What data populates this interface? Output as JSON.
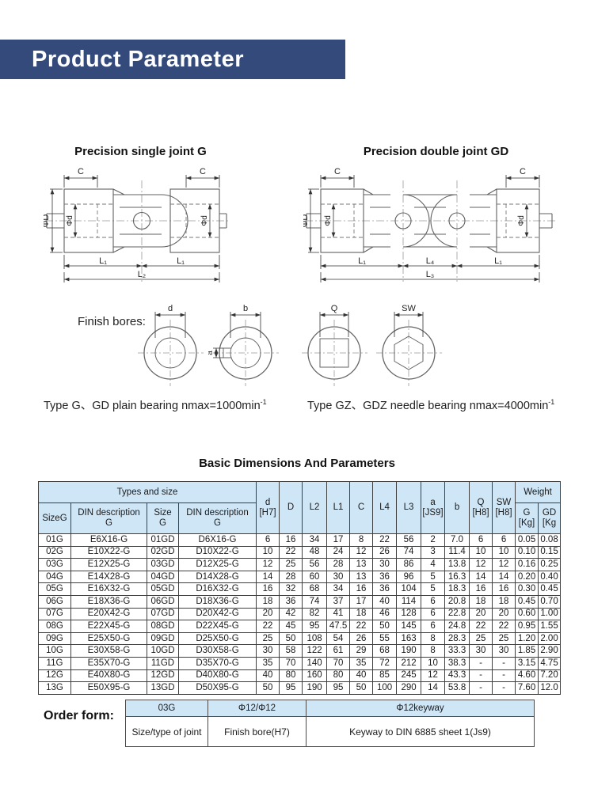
{
  "colors": {
    "header_bg": "#344a7b",
    "table_header_bg": "#cfe6f7",
    "border": "#3f3f3f"
  },
  "header": {
    "title": "Product Parameter"
  },
  "drawings": {
    "single": {
      "title": "Precision single joint G",
      "dim_c": "C",
      "dim_phi_D": "ΦD",
      "dim_phi_d": "Φd",
      "dim_l1": "L₁",
      "dim_l2": "L₂"
    },
    "double": {
      "title": "Precision  double joint GD",
      "dim_c": "C",
      "dim_phi_D": "ΦD",
      "dim_phi_d": "Φd",
      "dim_l1": "L₁",
      "dim_l4": "L₄",
      "dim_l3": "L₃"
    }
  },
  "finish_bores": {
    "label": "Finish bores:",
    "dim_d": "d",
    "dim_b": "b",
    "dim_a": "a",
    "dim_q": "Q",
    "dim_sw": "SW"
  },
  "notes": {
    "left_text": "Type G、GD plain bearing nmax=1000min",
    "left_sup": "-1",
    "right_text": "Type GZ、GDZ needle bearing nmax=4000min",
    "right_sup": "-1"
  },
  "table": {
    "title": "Basic Dimensions And Parameters",
    "header": {
      "types_and_size": "Types and size",
      "size_g": "SizeG",
      "din_g": "DIN description\nG",
      "size_gd": "Size\nG",
      "din_gd": "DIN description\nG",
      "d": "d\n[H7]",
      "D": "D",
      "l2": "L2",
      "l1": "L1",
      "c": "C",
      "l4": "L4",
      "l3": "L3",
      "a": "a\n[JS9]",
      "b": "b",
      "q": "Q\n[H8]",
      "sw": "SW\n[H8]",
      "weight": "Weight",
      "g_kg": "G\n[Kg]",
      "gd_kg": "GD\n[Kg"
    },
    "rows": [
      [
        "01G",
        "E6X16-G",
        "01GD",
        "D6X16-G",
        "6",
        "16",
        "34",
        "17",
        "8",
        "22",
        "56",
        "2",
        "7.0",
        "6",
        "6",
        "0.05",
        "0.08"
      ],
      [
        "02G",
        "E10X22-G",
        "02GD",
        "D10X22-G",
        "10",
        "22",
        "48",
        "24",
        "12",
        "26",
        "74",
        "3",
        "11.4",
        "10",
        "10",
        "0.10",
        "0.15"
      ],
      [
        "03G",
        "E12X25-G",
        "03GD",
        "D12X25-G",
        "12",
        "25",
        "56",
        "28",
        "13",
        "30",
        "86",
        "4",
        "13.8",
        "12",
        "12",
        "0.16",
        "0.25"
      ],
      [
        "04G",
        "E14X28-G",
        "04GD",
        "D14X28-G",
        "14",
        "28",
        "60",
        "30",
        "13",
        "36",
        "96",
        "5",
        "16.3",
        "14",
        "14",
        "0.20",
        "0.40"
      ],
      [
        "05G",
        "E16X32-G",
        "05GD",
        "D16X32-G",
        "16",
        "32",
        "68",
        "34",
        "16",
        "36",
        "104",
        "5",
        "18.3",
        "16",
        "16",
        "0.30",
        "0.45"
      ],
      [
        "06G",
        "E18X36-G",
        "06GD",
        "D18X36-G",
        "18",
        "36",
        "74",
        "37",
        "17",
        "40",
        "114",
        "6",
        "20.8",
        "18",
        "18",
        "0.45",
        "0.70"
      ],
      [
        "07G",
        "E20X42-G",
        "07GD",
        "D20X42-G",
        "20",
        "42",
        "82",
        "41",
        "18",
        "46",
        "128",
        "6",
        "22.8",
        "20",
        "20",
        "0.60",
        "1.00"
      ],
      [
        "08G",
        "E22X45-G",
        "08GD",
        "D22X45-G",
        "22",
        "45",
        "95",
        "47.5",
        "22",
        "50",
        "145",
        "6",
        "24.8",
        "22",
        "22",
        "0.95",
        "1.55"
      ],
      [
        "09G",
        "E25X50-G",
        "09GD",
        "D25X50-G",
        "25",
        "50",
        "108",
        "54",
        "26",
        "55",
        "163",
        "8",
        "28.3",
        "25",
        "25",
        "1.20",
        "2.00"
      ],
      [
        "10G",
        "E30X58-G",
        "10GD",
        "D30X58-G",
        "30",
        "58",
        "122",
        "61",
        "29",
        "68",
        "190",
        "8",
        "33.3",
        "30",
        "30",
        "1.85",
        "2.90"
      ],
      [
        "11G",
        "E35X70-G",
        "11GD",
        "D35X70-G",
        "35",
        "70",
        "140",
        "70",
        "35",
        "72",
        "212",
        "10",
        "38.3",
        "-",
        "-",
        "3.15",
        "4.75"
      ],
      [
        "12G",
        "E40X80-G",
        "12GD",
        "D40X80-G",
        "40",
        "80",
        "160",
        "80",
        "40",
        "85",
        "245",
        "12",
        "43.3",
        "-",
        "-",
        "4.60",
        "7.20"
      ],
      [
        "13G",
        "E50X95-G",
        "13GD",
        "D50X95-G",
        "50",
        "95",
        "190",
        "95",
        "50",
        "100",
        "290",
        "14",
        "53.8",
        "-",
        "-",
        "7.60",
        "12.0"
      ]
    ]
  },
  "order_form": {
    "label": "Order form:",
    "example_row": [
      "03G",
      "Φ12/Φ12",
      "Φ12keyway"
    ],
    "description_row": [
      "Size/type of joint",
      "Finish bore(H7)",
      "Keyway to DIN 6885 sheet 1(Js9)"
    ]
  }
}
